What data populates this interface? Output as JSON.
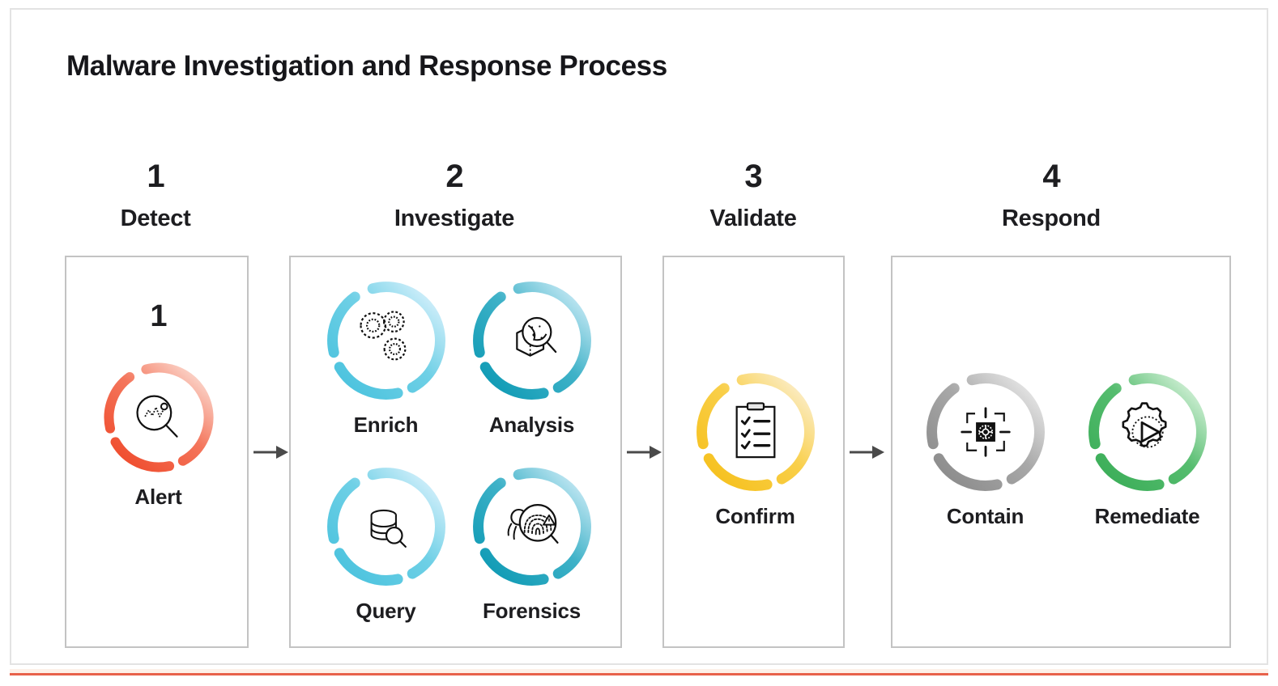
{
  "page": {
    "title": "Malware Investigation and Response Process",
    "accent_bottom_color": "#e8614a",
    "frame_color": "#e3e3e3",
    "panel_border_color": "#c3c3c3",
    "arrow_color": "#4a4a4a",
    "text_color": "#1d1d20",
    "background": "#ffffff"
  },
  "steps": [
    {
      "number": "1",
      "name": "Detect",
      "inner_number": "1",
      "nodes": [
        {
          "label": "Alert",
          "icon": "magnifier-waveform-icon",
          "ring_color_start": "#ef4b2c",
          "ring_color_end": "#fbd9cf"
        }
      ]
    },
    {
      "number": "2",
      "name": "Investigate",
      "inner_number": "",
      "nodes": [
        {
          "label": "Enrich",
          "icon": "gears-icon",
          "ring_color_start": "#4cc3de",
          "ring_color_end": "#cfeefa"
        },
        {
          "label": "Analysis",
          "icon": "cube-magnifier-icon",
          "ring_color_start": "#109bb5",
          "ring_color_end": "#bfe6f2"
        },
        {
          "label": "Query",
          "icon": "database-search-icon",
          "ring_color_start": "#4cc3de",
          "ring_color_end": "#cfeefa"
        },
        {
          "label": "Forensics",
          "icon": "fingerprint-icon",
          "ring_color_start": "#109bb5",
          "ring_color_end": "#bfe6f2"
        }
      ]
    },
    {
      "number": "3",
      "name": "Validate",
      "inner_number": "",
      "nodes": [
        {
          "label": "Confirm",
          "icon": "clipboard-checklist-icon",
          "ring_color_start": "#f6c11f",
          "ring_color_end": "#fbecc4"
        }
      ]
    },
    {
      "number": "4",
      "name": "Respond",
      "inner_number": "",
      "nodes": [
        {
          "label": "Contain",
          "icon": "crosshair-target-icon",
          "ring_color_start": "#8c8c8c",
          "ring_color_end": "#e4e4e4"
        },
        {
          "label": "Remediate",
          "icon": "gear-play-icon",
          "ring_color_start": "#3cae59",
          "ring_color_end": "#cdeed3"
        }
      ]
    }
  ],
  "arrows": [
    {
      "name": "arrow-detect-to-investigate"
    },
    {
      "name": "arrow-investigate-to-validate"
    },
    {
      "name": "arrow-validate-to-respond"
    }
  ]
}
